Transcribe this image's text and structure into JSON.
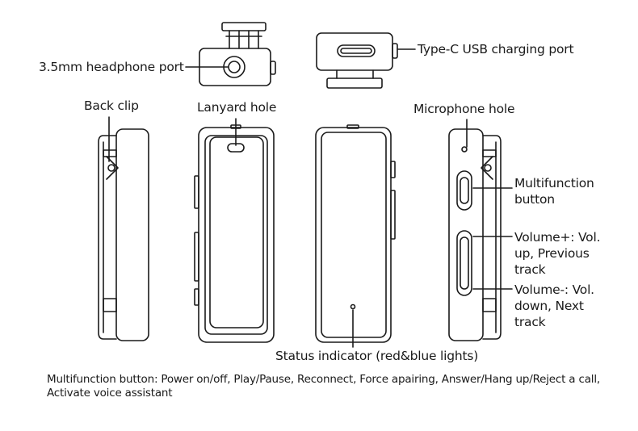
{
  "labels": {
    "headphone_port": "3.5mm headphone port",
    "usb_port": "Type-C USB charging port",
    "back_clip": "Back clip",
    "lanyard_hole": "Lanyard hole",
    "microphone_hole": "Microphone hole",
    "multifunction_button": [
      "Multifunction",
      "button"
    ],
    "volume_up": [
      "Volume+: Vol.",
      "up, Previous",
      "track"
    ],
    "volume_down": [
      "Volume-: Vol.",
      "down, Next",
      "track"
    ],
    "status_indicator": "Status indicator (red&blue lights)"
  },
  "footnote": [
    "Multifunction button: Power on/off, Play/Pause, Reconnect, Force apairing, Answer/Hang up/Reject a call,",
    "Activate voice assistant"
  ]
}
